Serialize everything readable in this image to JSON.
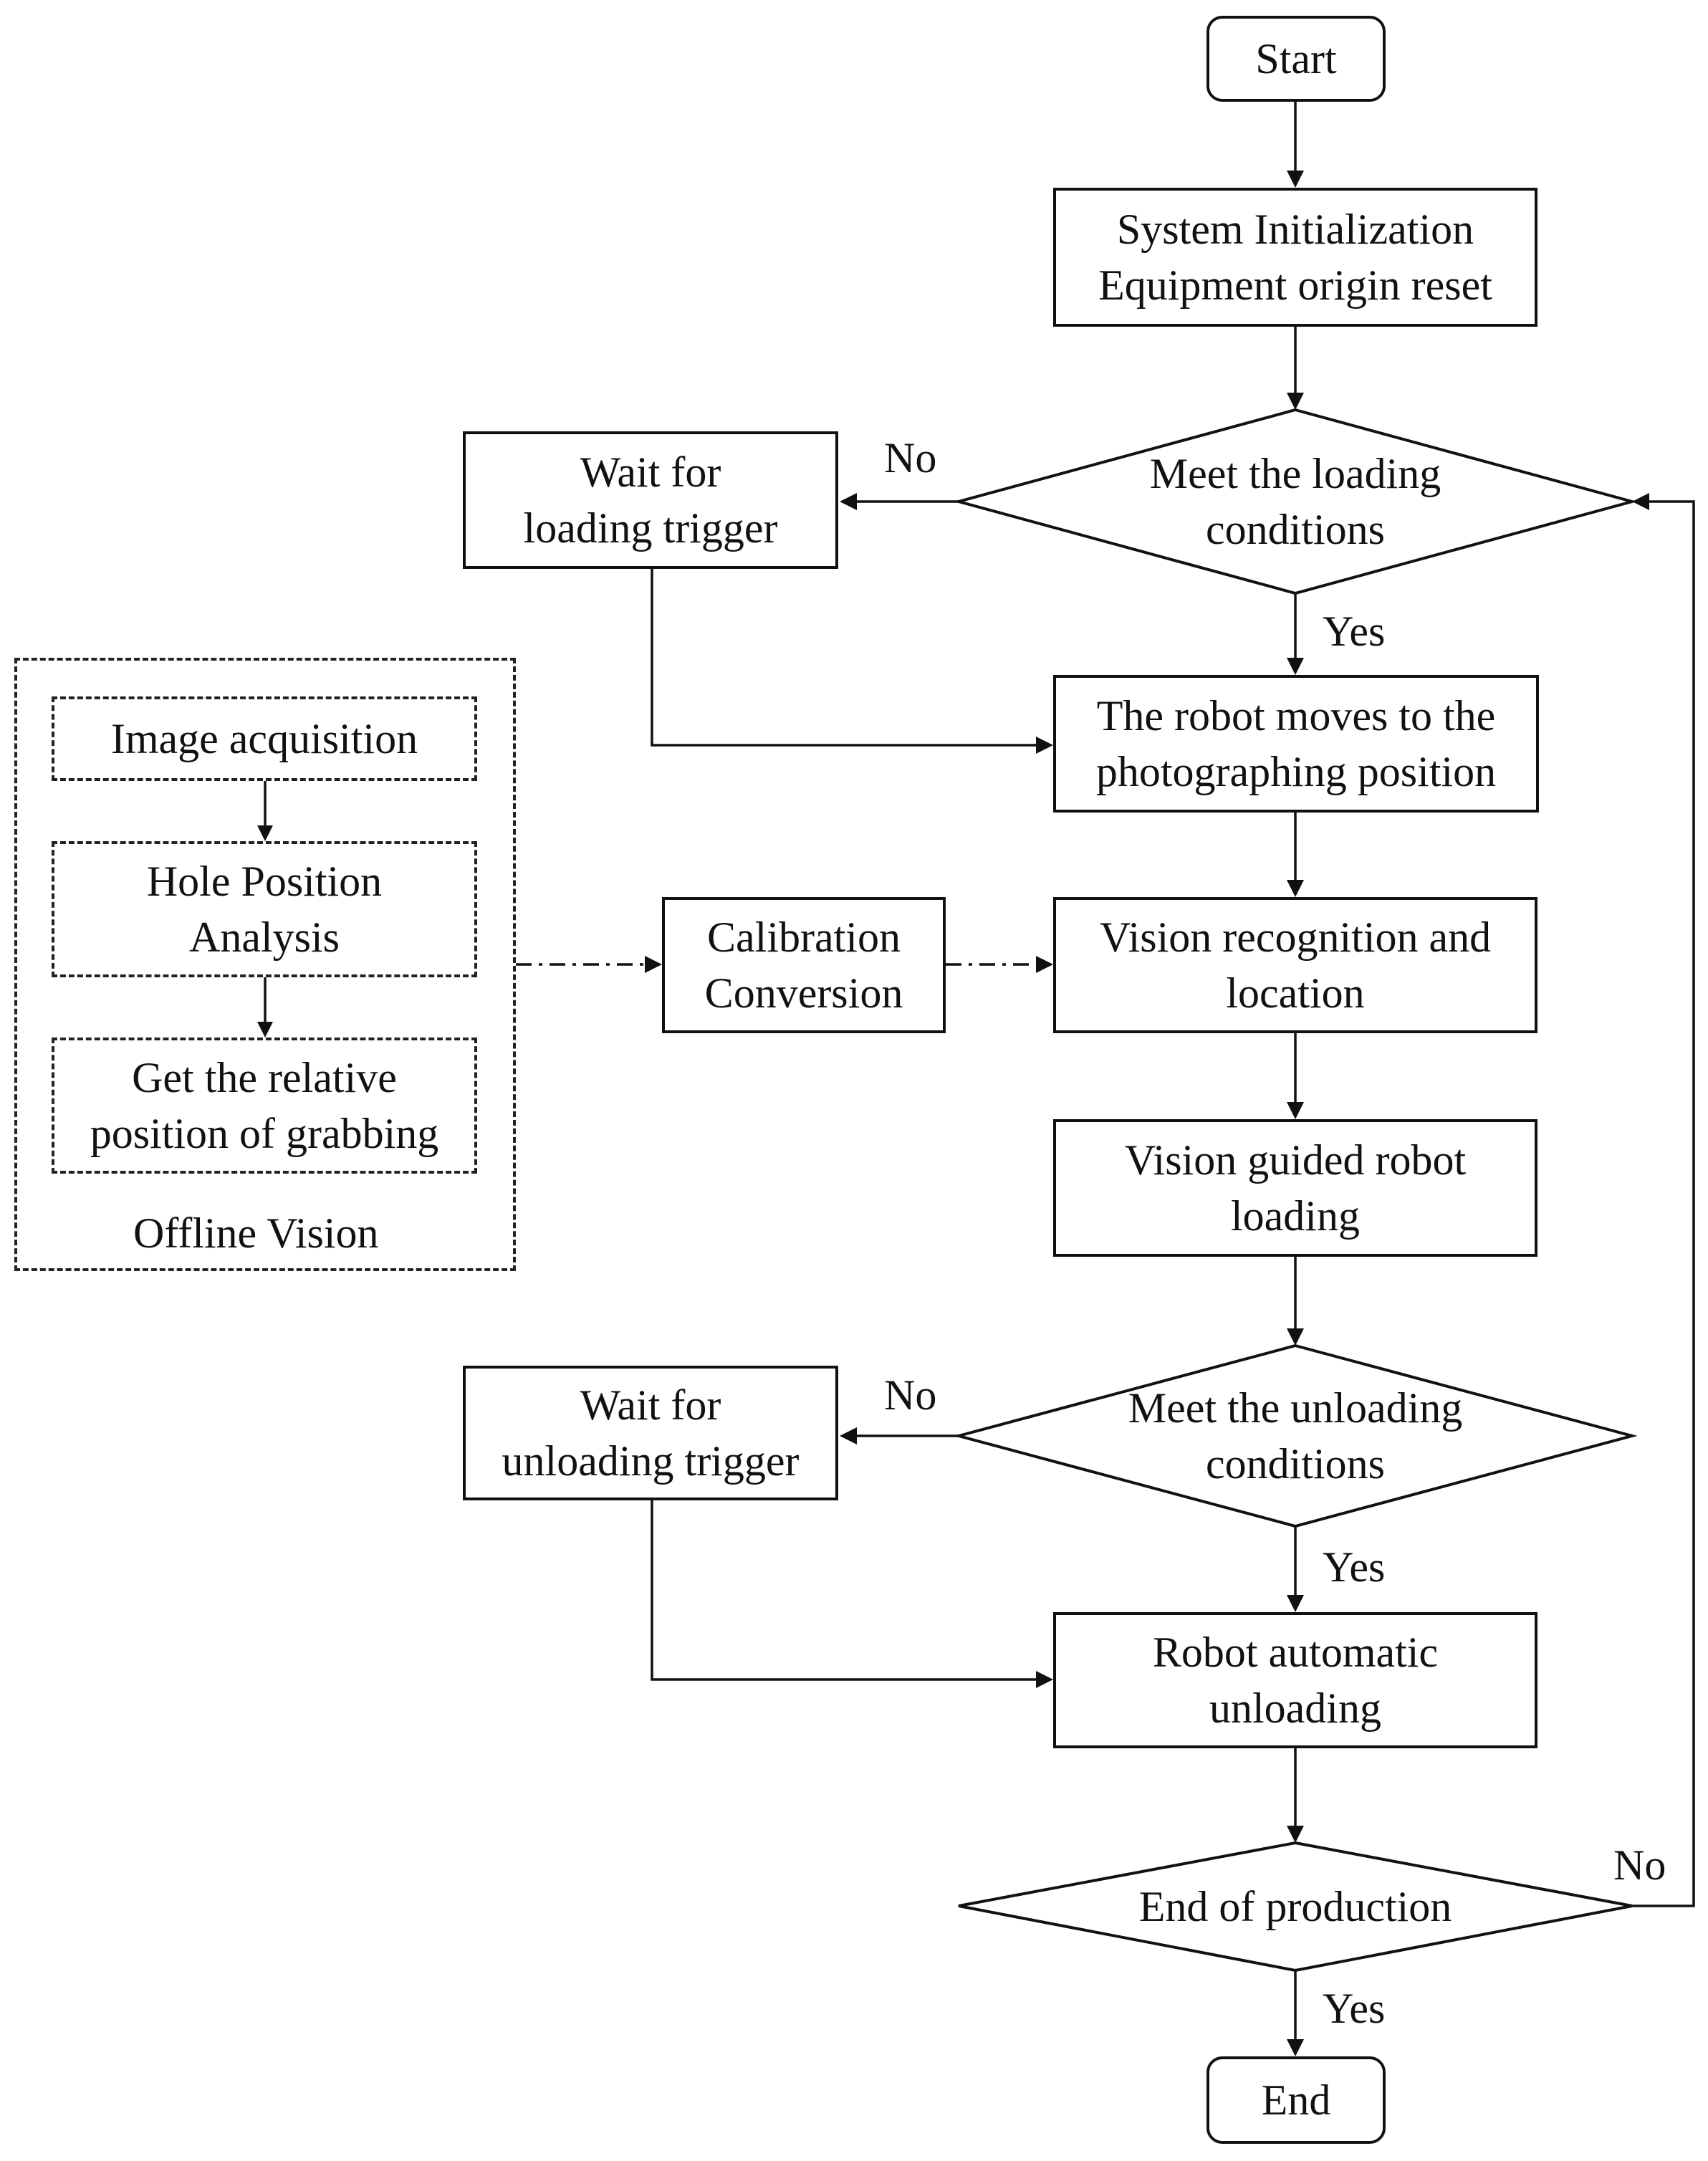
{
  "nodes": {
    "start": {
      "lines": [
        "Start"
      ]
    },
    "init": {
      "lines": [
        "System Initialization",
        "Equipment origin reset"
      ]
    },
    "meet_loading": {
      "lines": [
        "Meet the loading",
        "conditions"
      ]
    },
    "wait_loading": {
      "lines": [
        "Wait for",
        "loading trigger"
      ]
    },
    "robot_moves": {
      "lines": [
        "The robot moves to the",
        "photographing position"
      ]
    },
    "vision_recog": {
      "lines": [
        "Vision recognition and",
        "location"
      ]
    },
    "calibration": {
      "lines": [
        "Calibration",
        "Conversion"
      ]
    },
    "vision_guided": {
      "lines": [
        "Vision guided robot",
        "loading"
      ]
    },
    "meet_unloading": {
      "lines": [
        "Meet the unloading",
        "conditions"
      ]
    },
    "wait_unloading": {
      "lines": [
        "Wait for",
        "unloading trigger"
      ]
    },
    "robot_unloading": {
      "lines": [
        "Robot automatic",
        "unloading"
      ]
    },
    "end_production": {
      "lines": [
        "End of production"
      ]
    },
    "end": {
      "lines": [
        "End"
      ]
    },
    "image_acq": {
      "lines": [
        "Image acquisition"
      ]
    },
    "hole_pos": {
      "lines": [
        "Hole Position",
        "Analysis"
      ]
    },
    "get_rel": {
      "lines": [
        "Get the relative",
        "position of grabbing"
      ]
    }
  },
  "group_label": "Offline Vision",
  "edge_labels": {
    "no_loading": "No",
    "yes_loading": "Yes",
    "no_unloading": "No",
    "yes_unloading": "Yes",
    "no_end": "No",
    "yes_end": "Yes"
  }
}
